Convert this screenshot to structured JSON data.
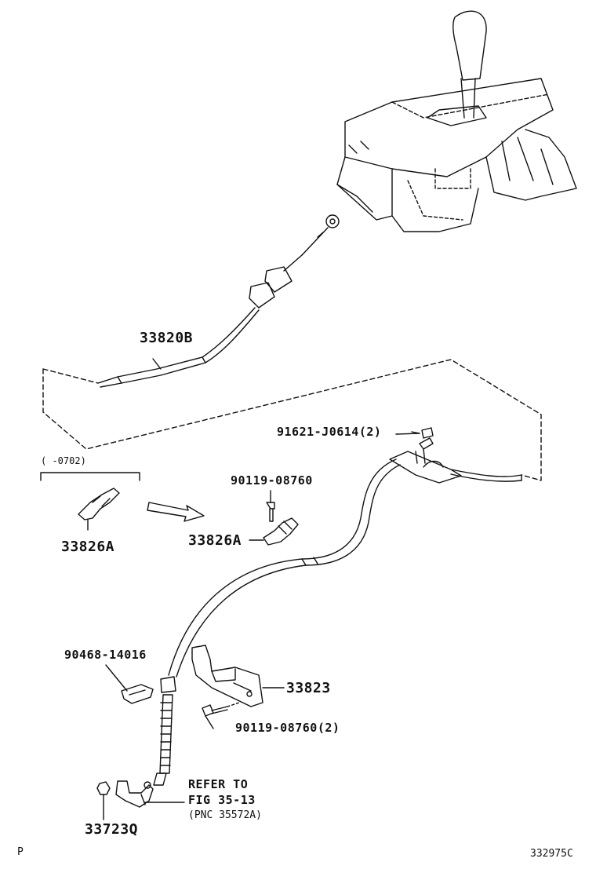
{
  "labels": {
    "cable": "33820B",
    "bolt_top": "91621-J0614(2)",
    "date_range": "(    -0702)",
    "bolt_mid": "90119-08760",
    "clip_left": "33826A",
    "clip_right": "33826A",
    "clip_part": "90468-14016",
    "bracket": "33823",
    "bolt_lower": "90119-08760(2)",
    "refer_line1": "REFER TO",
    "refer_line2": "FIG 35-13",
    "refer_line3": "(PNC 35572A)",
    "nut": "33723Q",
    "corner_left": "P",
    "corner_right": "332975C"
  },
  "icons": [
    "shift-knob-icon",
    "shift-lever-assembly-icon",
    "arrow-right-icon"
  ]
}
